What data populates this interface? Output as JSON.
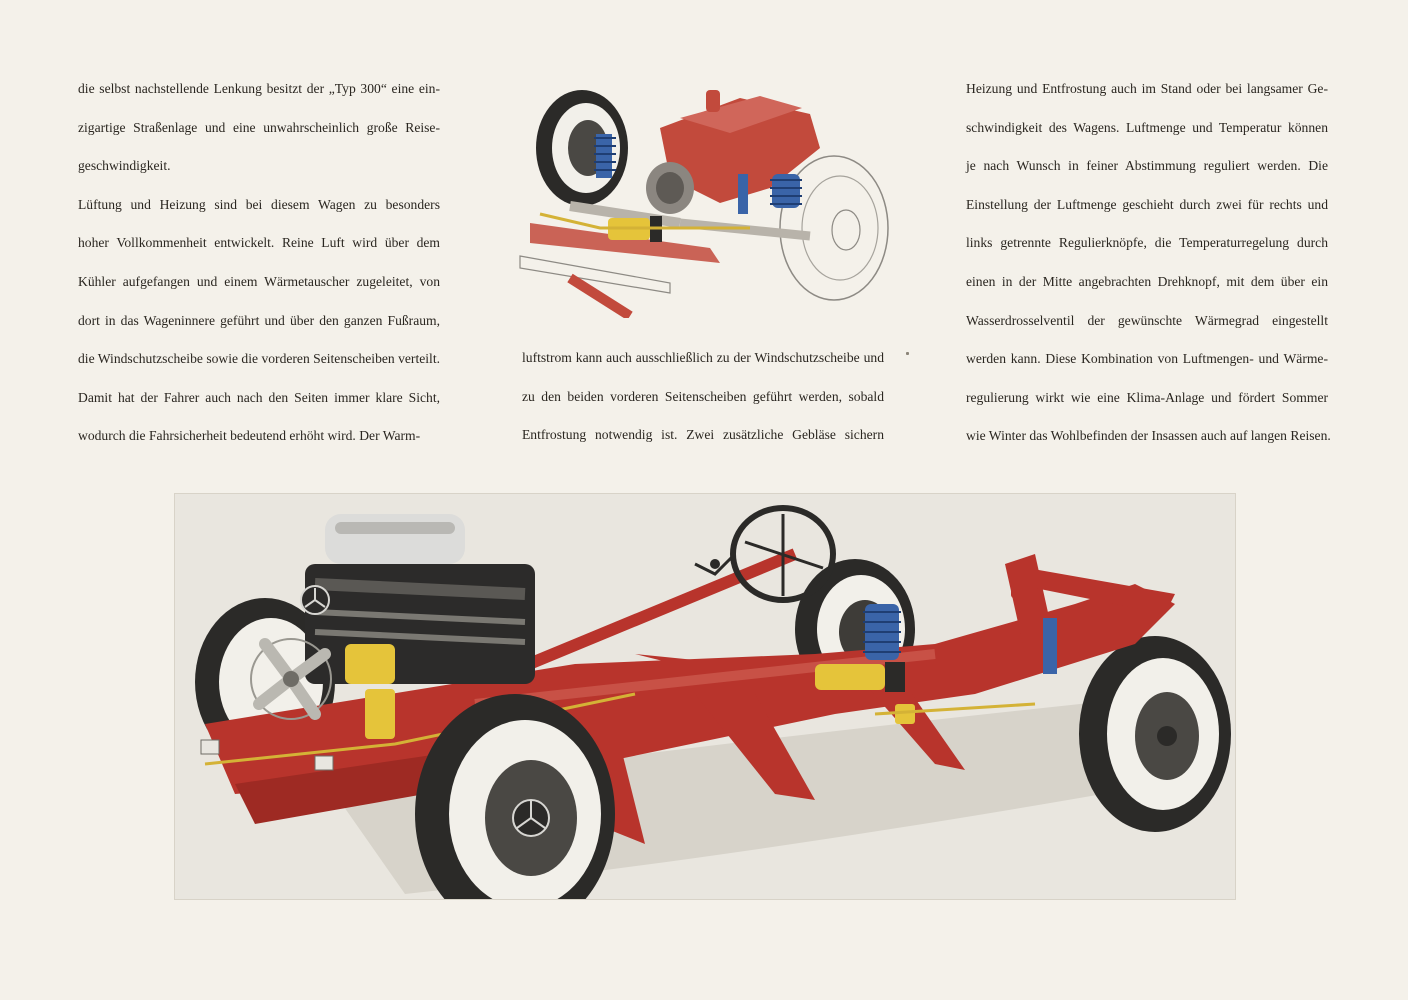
{
  "columns": {
    "left": [
      "die selbst nachstellende Lenkung besitzt der „Typ 300“ eine ein-",
      "zigartige Straßenlage und eine unwahrscheinlich große Reise-",
      "geschwindigkeit.",
      "Lüftung und Heizung sind bei diesem Wagen zu besonders",
      "hoher Vollkommenheit entwickelt. Reine Luft wird über dem",
      "Kühler aufgefangen und einem Wärmetauscher zugeleitet, von",
      "dort in das Wageninnere geführt und über den ganzen Fußraum,",
      "die Windschutzscheibe sowie die vorderen Seitenscheiben verteilt.",
      "Damit hat der Fahrer auch nach den Seiten immer klare Sicht,",
      "wodurch die Fahrsicherheit bedeutend erhöht wird. Der Warm-"
    ],
    "middle": [
      "luftstrom kann auch ausschließlich zu der Windschutzscheibe und",
      "zu den beiden vorderen Seitenscheiben geführt werden, sobald",
      "Entfrostung notwendig ist. Zwei zusätzliche Gebläse sichern"
    ],
    "right": [
      "Heizung und Entfrostung auch im Stand oder bei langsamer Ge-",
      "schwindigkeit des Wagens. Luftmenge und Temperatur können",
      "je nach Wunsch in feiner Abstimmung reguliert werden. Die",
      "Einstellung der Luftmenge geschieht durch zwei für rechts und",
      "links getrennte Regulierknöpfe, die Temperaturregelung durch",
      "einen in der Mitte angebrachten Drehknopf, mit dem über ein",
      "Wasserdrosselventil der gewünschte Wärmegrad eingestellt",
      "werden kann. Diese Kombination von Luftmengen- und Wärme-",
      "regulierung wirkt wie eine Klima-Anlage und fördert Sommer",
      "wie Winter das Wohlbefinden der Insassen auch auf langen Reisen."
    ]
  },
  "colors": {
    "paper": "#f4f1ea",
    "frame_red": "#b8342c",
    "spring_blue": "#3a64a8",
    "tire_white": "#f2f0ea",
    "tire_dark": "#2b2a28"
  },
  "illustrations": {
    "top": "rear-axle-chassis-illustration",
    "main": "full-chassis-illustration"
  }
}
